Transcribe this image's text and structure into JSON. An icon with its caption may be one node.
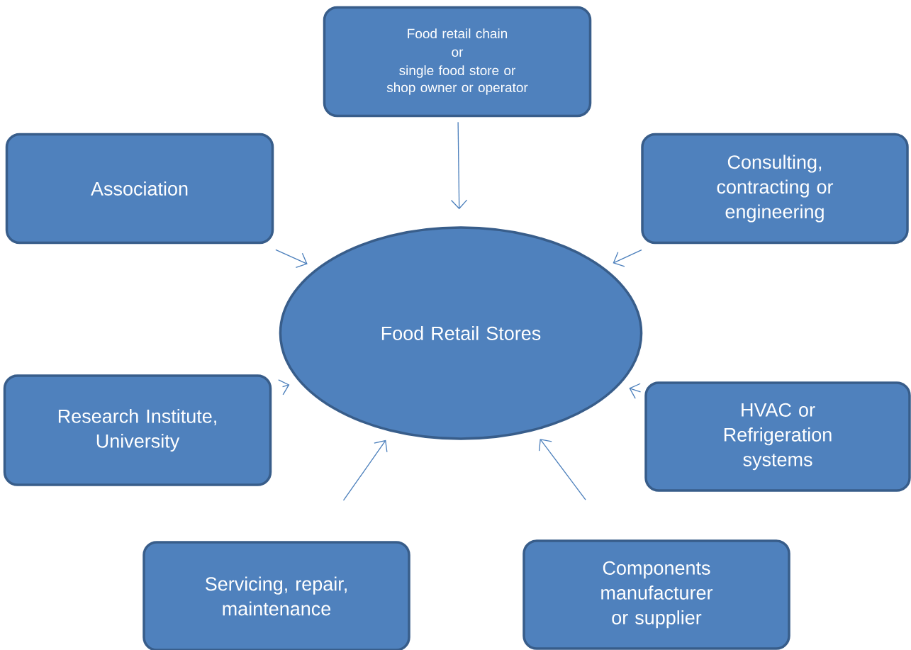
{
  "diagram": {
    "nodes": [
      {
        "text": [
          "Food retail chain",
          "or",
          "single food store or shop owner or operator"
        ]
      },
      {
        "text": [
          "Association"
        ]
      },
      {
        "text": [
          "Consulting, contracting or engineering"
        ]
      },
      {
        "text": [
          "Food Retail Stores"
        ]
      },
      {
        "text": [
          "Research Institute, University"
        ]
      },
      {
        "text": [
          "HVAC or Refrigeration systems"
        ]
      },
      {
        "text": [
          "Servicing, repair, maintenance"
        ]
      },
      {
        "text": [
          "Components manufacturer or supplier"
        ]
      }
    ],
    "edges": [
      {
        "from": 0,
        "to": 3,
        "arrow": "to"
      },
      {
        "from": 1,
        "to": 3,
        "arrow": "to"
      },
      {
        "from": 2,
        "to": 3,
        "arrow": "to"
      },
      {
        "from": 4,
        "to": 3,
        "arrow": "to"
      },
      {
        "from": 5,
        "to": 3,
        "arrow": "to"
      },
      {
        "from": 6,
        "to": 3,
        "arrow": "to"
      },
      {
        "from": 7,
        "to": 3,
        "arrow": "to"
      }
    ]
  }
}
